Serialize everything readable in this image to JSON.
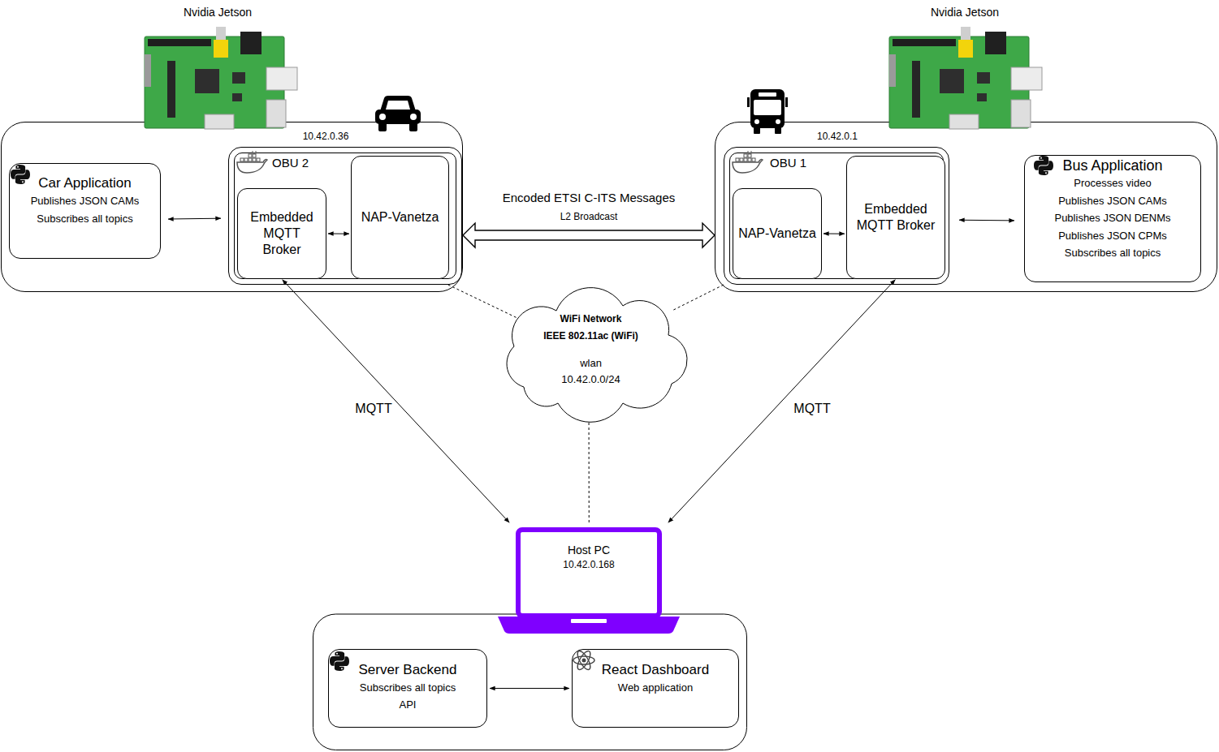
{
  "diagram": {
    "nodes": [
      {
        "text": [
          "10.42.0.36"
        ]
      },
      {
        "text": [
          "Car Application",
          "Publishes JSON CAMs",
          "Subscribes all topics"
        ],
        "in": 0
      },
      {
        "text": [
          "OBU 2"
        ],
        "in": 0
      },
      {
        "text": [
          "Embedded MQTT Broker"
        ],
        "in": 2
      },
      {
        "text": [
          "NAP-Vanetza"
        ],
        "in": 2
      },
      {
        "text": [
          "10.42.0.1"
        ]
      },
      {
        "text": [
          "OBU 1"
        ],
        "in": 5
      },
      {
        "text": [
          "NAP-Vanetza"
        ],
        "in": 6
      },
      {
        "text": [
          "Embedded MQTT Broker"
        ],
        "in": 6
      },
      {
        "text": [
          "Bus Application",
          "Processes video",
          "Publishes JSON CAMs",
          "Publishes JSON DENMs",
          "Publishes JSON CPMs",
          "Subscribes all topics"
        ],
        "in": 5
      },
      {
        "text": [
          "WiFi Network",
          "IEEE 802.11ac (WiFi)",
          "wlan",
          "10.42.0.0/24"
        ]
      },
      {
        "text": [
          "Host PC",
          "10.42.0.168"
        ]
      },
      {
        "text": [
          "Server Backend",
          "Subscribes all topics",
          "API"
        ],
        "in": 11
      },
      {
        "text": [
          "React Dashboard",
          "Web application"
        ],
        "in": 11
      }
    ],
    "edges": [
      {
        "from": 1,
        "to": 2,
        "arrow": "both"
      },
      {
        "from": 3,
        "to": 4,
        "arrow": "both"
      },
      {
        "from": 0,
        "to": 5,
        "arrow": "both",
        "label": "Encoded ETSI C-ITS Messages"
      },
      {
        "from": 7,
        "to": 8,
        "arrow": "both"
      },
      {
        "from": 6,
        "to": 9,
        "arrow": "both"
      },
      {
        "from": 3,
        "to": 11,
        "arrow": "both",
        "label": "MQTT"
      },
      {
        "from": 8,
        "to": 11,
        "arrow": "both",
        "label": "MQTT"
      },
      {
        "from": 2,
        "to": 10,
        "arrow": "none"
      },
      {
        "from": 6,
        "to": 10,
        "arrow": "none"
      },
      {
        "from": 10,
        "to": 11,
        "arrow": "none"
      },
      {
        "from": 12,
        "to": 13,
        "arrow": "both"
      }
    ],
    "labels": [
      "Nvidia Jetson",
      "Nvidia Jetson",
      "L2 Broadcast"
    ]
  }
}
